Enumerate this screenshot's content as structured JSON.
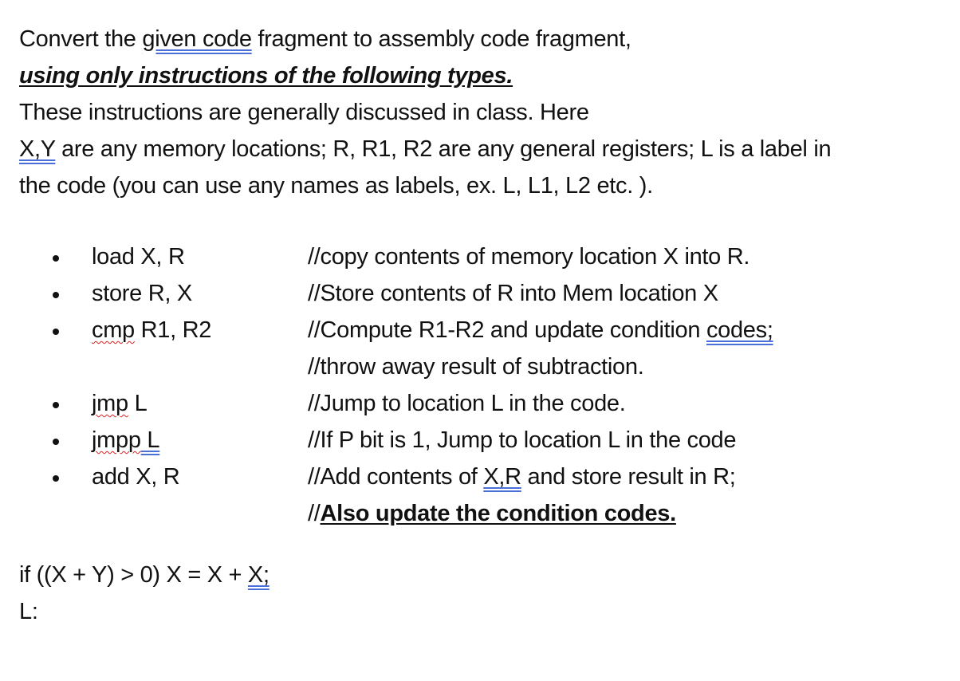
{
  "intro": {
    "line1_a": "Convert the ",
    "line1_b": "given  code",
    "line1_c": " fragment to assembly code fragment,",
    "line2": "using only instructions of the following types.",
    "line3": "These instructions are generally discussed in class. Here",
    "line4_a": "X,Y",
    "line4_b": " are  any memory locations;  R, R1, R2 are any general registers; L is a label in",
    "line5": "the code (you can use any names as labels, ex. L, L1, L2 etc. )."
  },
  "instructions": [
    {
      "op": "load X, R",
      "comment": "//copy contents of memory location X into R."
    },
    {
      "op": "store R, X",
      "comment": "//Store contents of R into Mem location X"
    },
    {
      "op_a": "cmp",
      "op_b": " R1, R2",
      "comment_a": "//Compute R1-R2 and update condition ",
      "comment_b": "codes;",
      "comment_line2": "//throw away result of subtraction."
    },
    {
      "op_a": "jmp",
      "op_b": "  L",
      "comment": "//Jump to location L in the code."
    },
    {
      "op_a": "jmpp",
      "op_b": " L",
      "comment": "//If P bit is 1, Jump to location L in the code"
    },
    {
      "op": "add X, R",
      "comment_a": "//Add contents of ",
      "comment_b": "X,R",
      "comment_c": " and store result in R;",
      "comment_line2_prefix": "//",
      "comment_line2_bold": "Also update the condition codes."
    }
  ],
  "code": {
    "line1_a": "if ((X + Y) > 0) X = X + ",
    "line1_b": "X;",
    "line2": "L:"
  }
}
